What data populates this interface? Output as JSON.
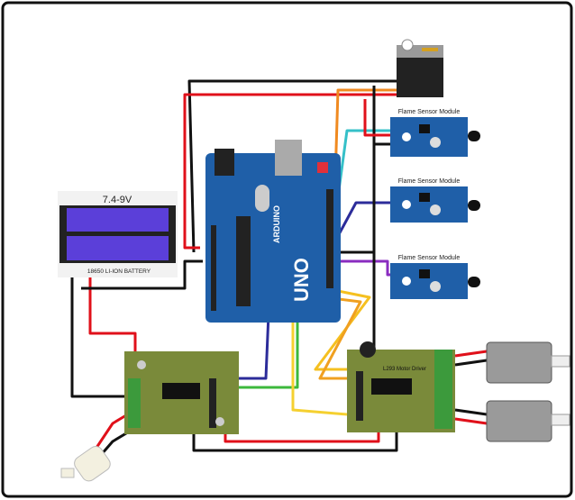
{
  "battery": {
    "voltage": "7.4-9V",
    "label": "18650 LI-ION BATTERY"
  },
  "arduino": {
    "brand": "ARDUINO",
    "model": "UNO"
  },
  "flame_sensors": [
    {
      "title": "Flame Sensor Module"
    },
    {
      "title": "Flame Sensor Module"
    },
    {
      "title": "Flame Sensor Module"
    }
  ],
  "motor_driver_right": {
    "title": "L293 Motor Driver"
  },
  "colors": {
    "board_blue": "#1f5fa8",
    "driver_green": "#7a8a3a",
    "battery_cell": "#5b3fd9",
    "wire_red": "#e0101a",
    "wire_black": "#111111",
    "wire_orange": "#f08a20",
    "wire_cyan": "#35c0c8",
    "wire_navy": "#2c2c9a",
    "wire_purple": "#8a2cc0",
    "wire_green": "#3cb83c",
    "wire_yellow": "#f5c020"
  }
}
